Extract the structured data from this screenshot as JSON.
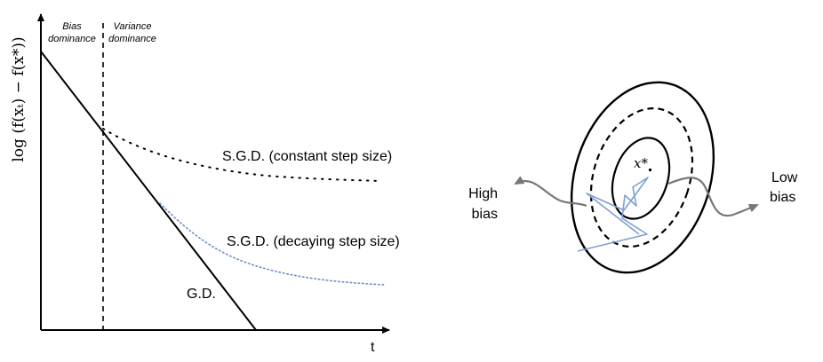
{
  "left_plot": {
    "y_axis_label": "log (f(xₜ) − f(x*))",
    "x_axis_label": "t",
    "region_left_line1": "Bias",
    "region_left_line2": "dominance",
    "region_right_line1": "Variance",
    "region_right_line2": "dominance",
    "curve_sgd_constant_label": "S.G.D. (constant step size)",
    "curve_sgd_decaying_label": "S.G.D. (decaying step size)",
    "curve_gd_label": "G.D.",
    "colors": {
      "axis": "#000000",
      "sgd_decaying": "#6b8fc7",
      "sgd_constant": "#000000"
    }
  },
  "right_diagram": {
    "optimum_label": "x*",
    "high_bias_line1": "High",
    "high_bias_line2": "bias",
    "low_bias_line1": "Low",
    "low_bias_line2": "bias",
    "colors": {
      "contour": "#000000",
      "path": "#7ea0d0",
      "arrow": "#777777"
    }
  }
}
